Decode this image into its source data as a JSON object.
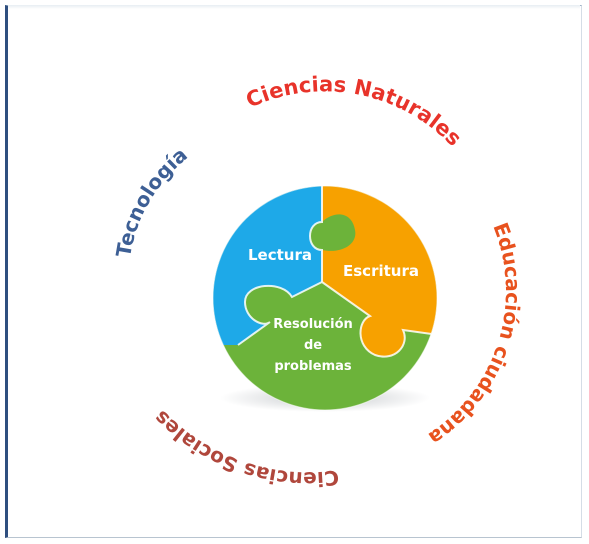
{
  "center_pieces": {
    "lectura": {
      "label": "Lectura",
      "color": "#1ea9e8"
    },
    "escritura": {
      "label": "Escritura",
      "color": "#f7a100"
    },
    "resolucion": {
      "line1": "Resolución",
      "line2": "de",
      "line3": "problemas",
      "color": "#6cb33a"
    }
  },
  "outer_labels": {
    "ciencias_naturales": {
      "label": "Ciencias Naturales",
      "color": "#e8332a"
    },
    "educacion_ciudadana": {
      "label": "Educación ciudadana",
      "color": "#e8521e"
    },
    "ciencias_sociales": {
      "label": "Ciencias Sociales",
      "color": "#b0473c"
    },
    "tecnologia": {
      "label": "Tecnología",
      "color": "#3d5f95"
    }
  }
}
